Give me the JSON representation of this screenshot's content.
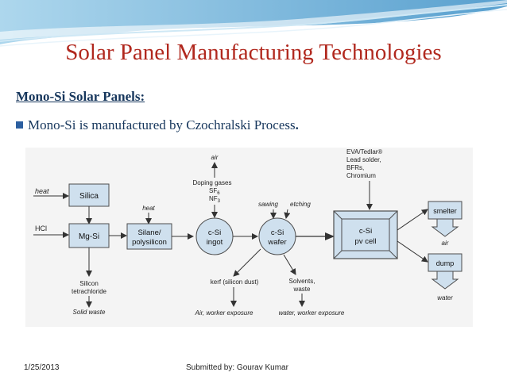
{
  "slide": {
    "title": "Solar Panel Manufacturing Technologies",
    "subheading": "Mono-Si Solar Panels:",
    "bullet": {
      "text": "Mono-Si is manufactured by Czochralski Process",
      "period": "."
    },
    "footer": {
      "date": "1/25/2013",
      "submitted_by": "Submitted by: Gourav Kumar"
    }
  },
  "diagram": {
    "input_heat": "heat",
    "input_hcl": "HCl",
    "heat_above_silane": "heat",
    "silica": "Silica",
    "mg_si": "Mg-Si",
    "silane_line1": "Silane/",
    "silane_line2": "polysilicon",
    "ingot_line1": "c-Si",
    "ingot_line2": "ingot",
    "wafer_line1": "c-Si",
    "wafer_line2": "wafer",
    "cell_line1": "c-Si",
    "cell_line2": "pv cell",
    "air_top": "air",
    "doping_line1": "Doping gases",
    "doping_line2": "SF",
    "doping_sub2": "6",
    "doping_line3": "NF",
    "doping_sub3": "3",
    "sawing": "sawing",
    "etching": "etching",
    "eva_line1": "EVA/Tedlar®",
    "eva_line2": "Lead solder,",
    "eva_line3": "BFRs,",
    "eva_line4": "Chromium",
    "smelter": "smelter",
    "air_out": "air",
    "dump": "dump",
    "water_out": "water",
    "silicon_tet_line1": "Silicon",
    "silicon_tet_line2": "tetrachloride",
    "solid_waste": "Solid waste",
    "kerf": "kerf (silicon dust)",
    "solvents_line1": "Solvents,",
    "solvents_line2": "waste",
    "air_worker": "Air, worker exposure",
    "water_worker": "water, worker exposure"
  },
  "colors": {
    "title": "#b1281e",
    "body_text": "#16365c",
    "process_fill": "#cfe0ee",
    "process_stroke": "#4d4d4d"
  }
}
